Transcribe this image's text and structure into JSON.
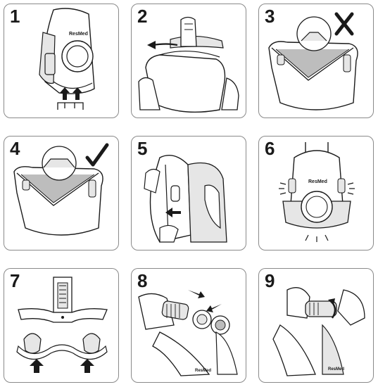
{
  "steps": [
    {
      "number": "1"
    },
    {
      "number": "2"
    },
    {
      "number": "3"
    },
    {
      "number": "4"
    },
    {
      "number": "5"
    },
    {
      "number": "6"
    },
    {
      "number": "7"
    },
    {
      "number": "8"
    },
    {
      "number": "9"
    }
  ],
  "brand_label": "ResMed",
  "indicators": {
    "wrong": "incorrect-cross-icon",
    "correct": "correct-check-icon"
  },
  "colors": {
    "line": "#1a1a1a",
    "frame": "#8a8a8a",
    "shade": "#e6e6e6",
    "dark_shade": "#bdbdbd"
  }
}
